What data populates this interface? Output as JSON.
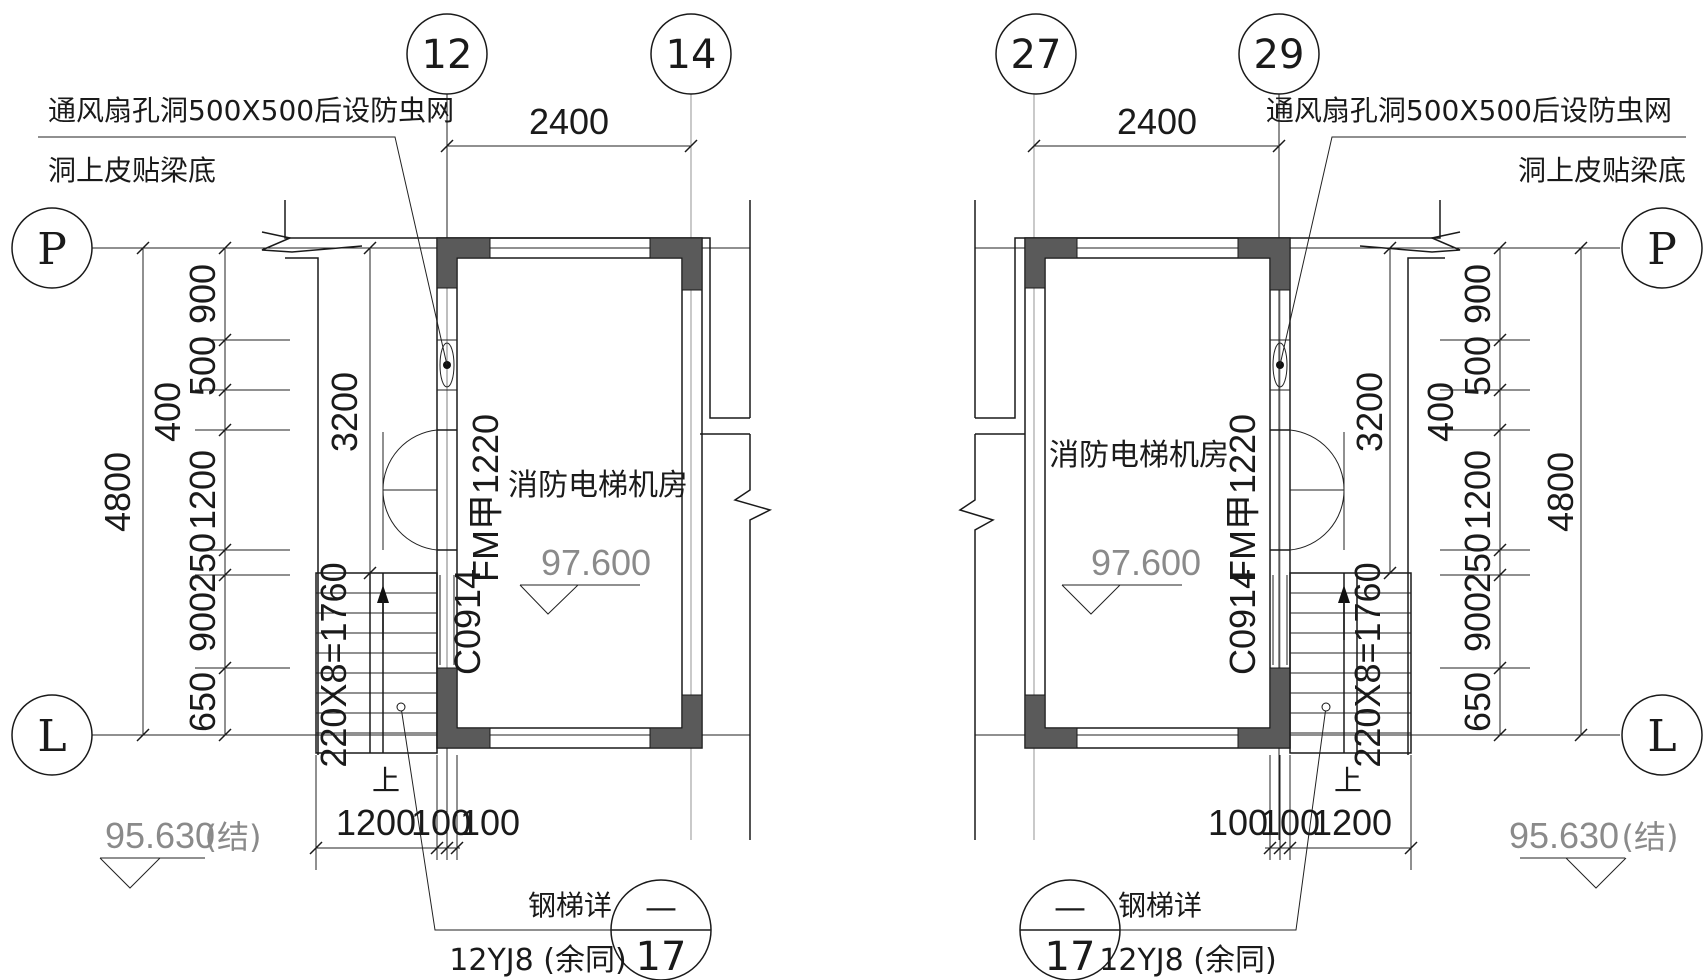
{
  "axes": {
    "left_top": [
      "12",
      "14"
    ],
    "right_top": [
      "27",
      "29"
    ],
    "rows": [
      "P",
      "L"
    ]
  },
  "notes": {
    "vent": "通风扇孔洞500X500后设防虫网",
    "vent_sub": "洞上皮贴梁底",
    "room": "消防电梯机房",
    "elev_room": "97.600",
    "elev_struct": "95.630",
    "elev_struct_suffix": "(结)",
    "door": "FM甲1220",
    "window": "C0914",
    "stair": "220X8=1760",
    "up": "上",
    "steel_stair": "钢梯详",
    "ref": "12YJ8 (余同)",
    "detail_top": "—",
    "detail_bottom": "17"
  },
  "dimensions": {
    "top_width": "2400",
    "total_depth": "4800",
    "segments": [
      "900",
      "500",
      "1200",
      "250",
      "900",
      "650"
    ],
    "seg_400": "400",
    "seg_3200": "3200",
    "bottom": [
      "1200",
      "100",
      "100"
    ]
  }
}
